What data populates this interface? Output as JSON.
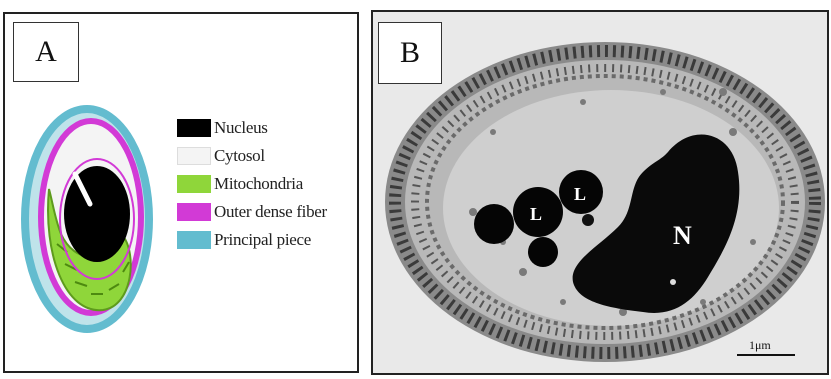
{
  "panel_a": {
    "label": "A",
    "legend": [
      {
        "label": "Nucleus",
        "color": "#000000"
      },
      {
        "label": "Cytosol",
        "color": "#f4f4f4"
      },
      {
        "label": "Mitochondria",
        "color": "#8fd63a"
      },
      {
        "label": "Outer dense fiber",
        "color": "#d23ad6"
      },
      {
        "label": "Principal piece",
        "color": "#63bccf"
      }
    ]
  },
  "panel_b": {
    "label": "B",
    "nucleus_label": "N",
    "lipid_label": "L",
    "scale_bar_label": "1μm"
  }
}
